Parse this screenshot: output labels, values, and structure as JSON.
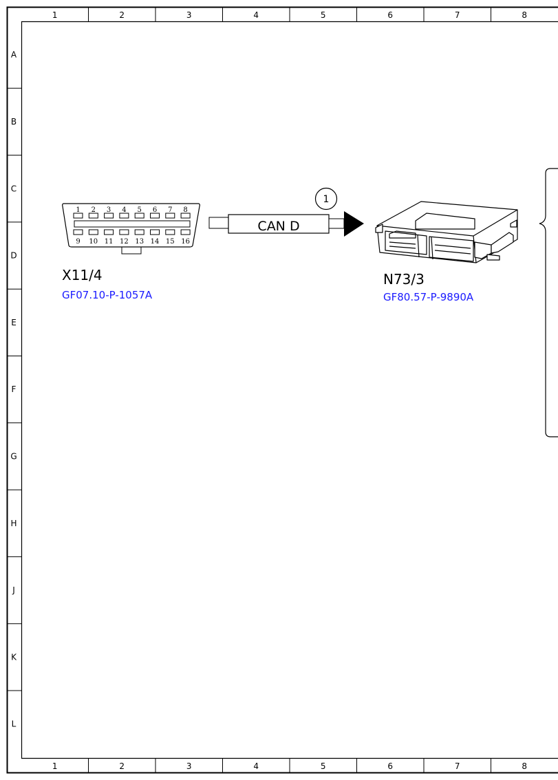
{
  "frame": {
    "columns": [
      "1",
      "2",
      "3",
      "4",
      "5",
      "6",
      "7",
      "8"
    ],
    "rows": [
      "A",
      "B",
      "C",
      "D",
      "E",
      "F",
      "G",
      "H",
      "J",
      "K",
      "L"
    ]
  },
  "diagnostic_connector": {
    "code": "X11/4",
    "reference": "GF07.10-P-1057A",
    "top_pins": [
      "1",
      "2",
      "3",
      "4",
      "5",
      "6",
      "7",
      "8"
    ],
    "bottom_pins": [
      "9",
      "10",
      "11",
      "12",
      "13",
      "14",
      "15",
      "16"
    ]
  },
  "bus": {
    "label": "CAN D",
    "callout": "1"
  },
  "control_unit": {
    "code": "N73/3",
    "reference": "GF80.57-P-9890A"
  },
  "colors": {
    "line": "#000000",
    "link": "#1a1aff"
  }
}
